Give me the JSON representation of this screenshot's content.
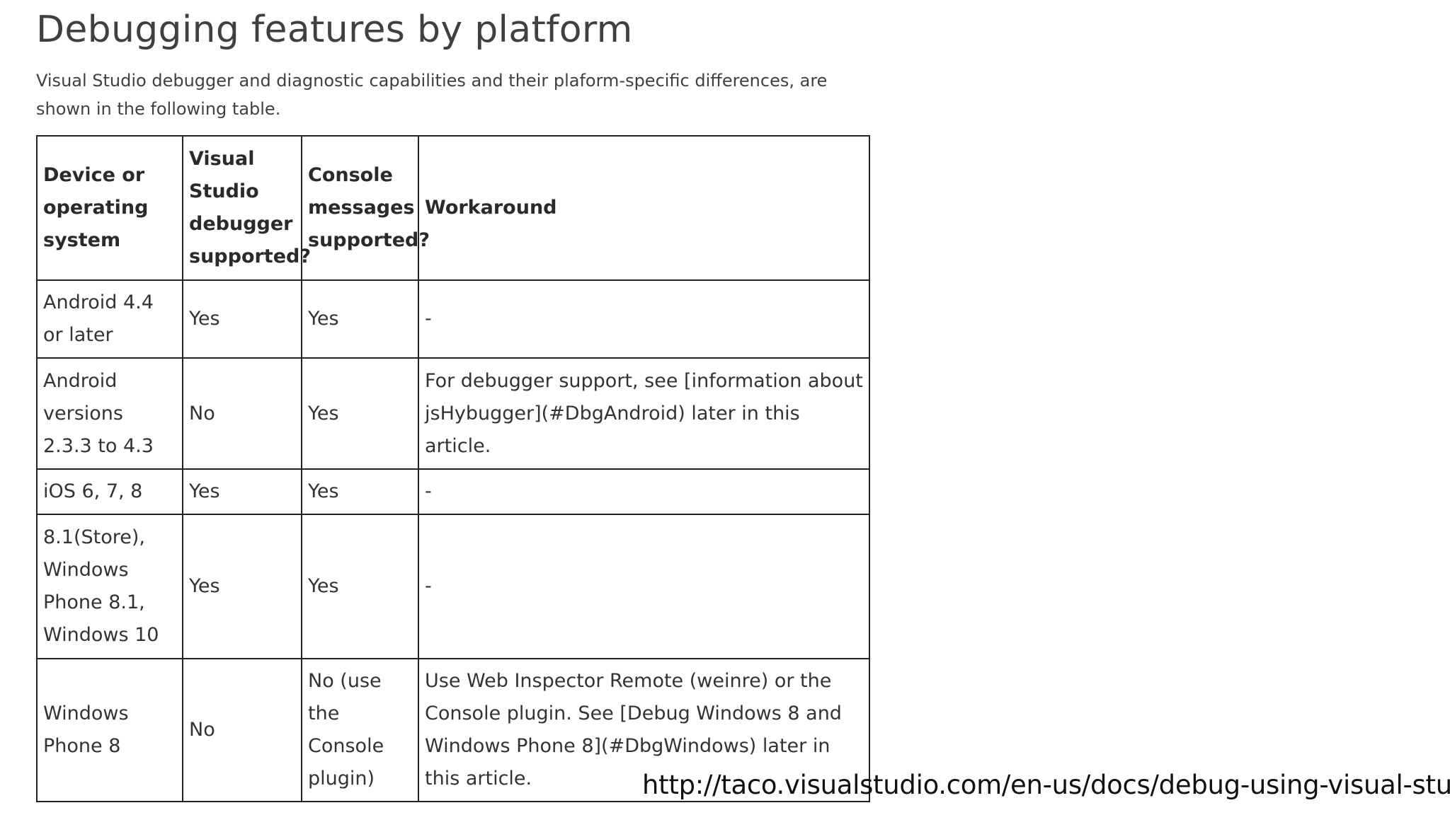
{
  "page": {
    "title": "Debugging features by platform",
    "intro": "Visual Studio debugger and diagnostic capabilities and their plaform-specific differences, are shown in the following table."
  },
  "table": {
    "headers": [
      "Device or operating system",
      "Visual Studio debugger supported?",
      "Console messages supported?",
      "Workaround"
    ],
    "rows": [
      {
        "device": "Android 4.4 or later",
        "debugger": "Yes",
        "console": "Yes",
        "workaround": "-"
      },
      {
        "device": "Android versions 2.3.3 to 4.3",
        "debugger": "No",
        "console": "Yes",
        "workaround": "For debugger support, see [information about jsHybugger](#DbgAndroid) later in this article."
      },
      {
        "device": "iOS 6, 7, 8",
        "debugger": "Yes",
        "console": "Yes",
        "workaround": "-"
      },
      {
        "device": "8.1(Store), Windows Phone 8.1, Windows 10",
        "debugger": "Yes",
        "console": "Yes",
        "workaround": "-"
      },
      {
        "device": "Windows Phone 8",
        "debugger": "No",
        "console": "No (use the Console plugin)",
        "workaround": "Use Web Inspector Remote (weinre) or the Console plugin. See [Debug Windows 8 and Windows Phone 8](#DbgWindows) later in this article."
      }
    ]
  },
  "source_url": "http://taco.visualstudio.com/en-us/docs/debug-using-visual-studio/"
}
